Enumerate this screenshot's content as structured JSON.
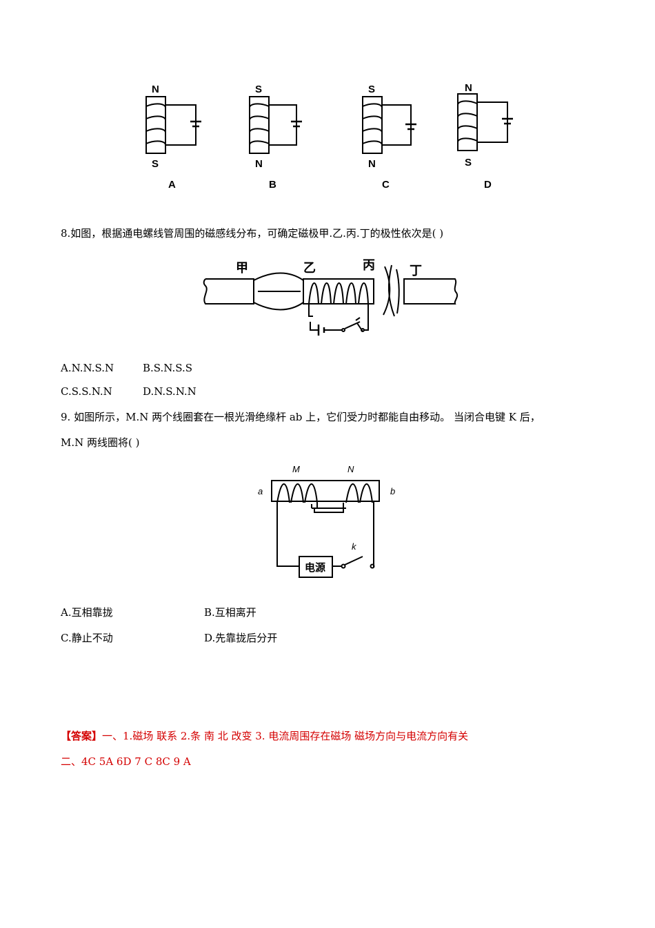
{
  "q7": {
    "diagrams": [
      {
        "top": "N",
        "bottom": "S",
        "label": "A"
      },
      {
        "top": "S",
        "bottom": "N",
        "label": "B"
      },
      {
        "top": "S",
        "bottom": "N",
        "label": "C"
      },
      {
        "top": "N",
        "bottom": "S",
        "label": "D"
      }
    ]
  },
  "q8": {
    "stem": "8.如图，根据通电螺线管周围的磁感线分布，可确定磁极甲.乙.丙.丁的极性依次是(    )",
    "labels": [
      "甲",
      "乙",
      "丙",
      "丁"
    ],
    "options": [
      "A.N.N.S.N",
      "B.S.N.S.S",
      "C.S.S.N.N",
      "D.N.S.N.N"
    ]
  },
  "q9": {
    "stem_line1": "9. 如图所示，M.N 两个线圈套在一根光滑绝缘杆 ab 上，它们受力时都能自由移动。 当闭合电键 K 后，",
    "stem_line2": "M.N 两线圈将(    )",
    "fig": {
      "M": "M",
      "N": "N",
      "a": "a",
      "b": "b",
      "k": "k",
      "power": "电源"
    },
    "options": [
      "A.互相靠拢",
      "B.互相离开",
      "C.静止不动",
      "D.先靠拢后分开"
    ]
  },
  "answer": {
    "tag": "【答案】",
    "line1": "一、1.磁场    联系    2.条    南    北    改变    3.  电流周围存在磁场    磁场方向与电流方向有关",
    "line2": "二、4C    5A    6D    7  C    8C  9  A"
  }
}
